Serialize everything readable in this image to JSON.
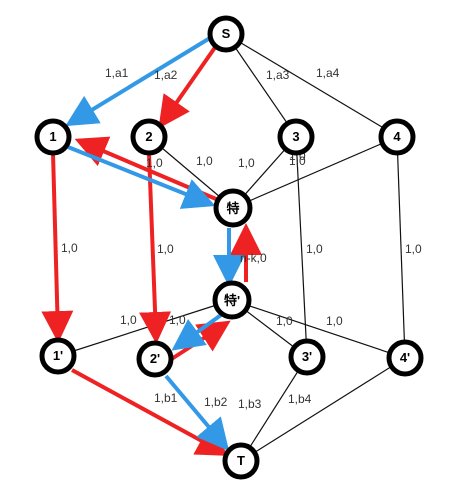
{
  "colors": {
    "blue_path": "#3399e6",
    "red_path": "#ee2222",
    "edge": "#111111",
    "node_stroke": "#000000"
  },
  "nodes": {
    "s": "S",
    "n1": "1",
    "n2": "2",
    "n3": "3",
    "n4": "4",
    "sp": "特",
    "spp": "特'",
    "p1": "1'",
    "p2": "2'",
    "p3": "3'",
    "p4": "4'",
    "t": "T"
  },
  "edge_labels": {
    "s_1": "1,a1",
    "s_2": "1,a2",
    "s_3": "1,a3",
    "s_4": "1,a4",
    "n1_sp": "1,0",
    "n2_sp": "1,0",
    "n3_sp": "1,0",
    "n4_sp": "1,0",
    "extra": "1,0",
    "n1_p1": "1,0",
    "n2_p2": "1,0",
    "n3_p3": "1,0",
    "n4_p4": "1,0",
    "sp_spp": "n-k,0",
    "p1_spp": "1,0",
    "p2_spp": "1,0",
    "p3_spp": "1,0",
    "p4_spp": "1,0",
    "p1_t": "1,b1",
    "p2_t": "1,b2",
    "p3_t": "1,b3",
    "p4_t": "1,b4"
  }
}
